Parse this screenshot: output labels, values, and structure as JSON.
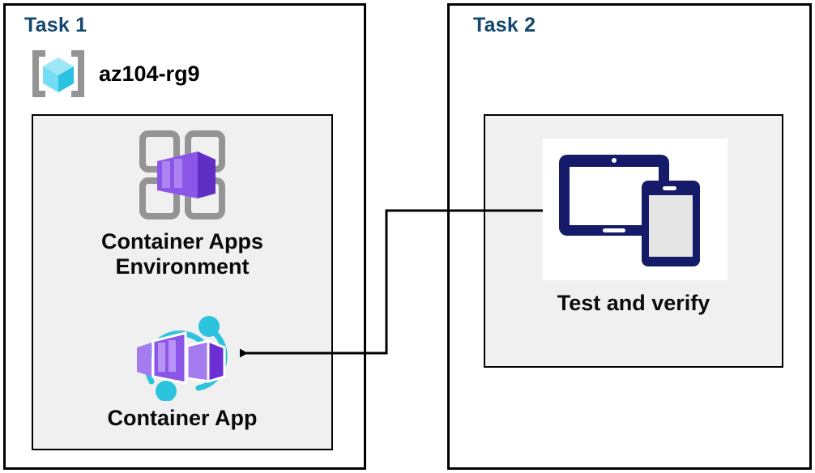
{
  "diagram": {
    "title": "Azure Container Apps deployment and verification tasks",
    "background_color": "#ffffff",
    "panel_border_color": "#000000",
    "inner_box_fill": "#f0f0f0",
    "heading_color": "#14486f",
    "label_color": "#0a0a0a"
  },
  "task1": {
    "heading": "Task 1",
    "resource_group": {
      "label": "az104-rg9",
      "icon": "resource-group-icon",
      "icon_colors": {
        "bracket": "#949494",
        "cube_light": "#9ee7f7",
        "cube_mid": "#50d6f2",
        "cube_dark": "#2bc2e3"
      }
    },
    "resources": [
      {
        "label": "Container Apps\nEnvironment",
        "icon": "container-apps-environment-icon",
        "icon_colors": {
          "frame": "#949494",
          "box_light": "#a57cf0",
          "box_mid": "#8b55e8",
          "box_dark": "#5f2ec4"
        }
      },
      {
        "label": "Container App",
        "icon": "container-app-icon",
        "icon_colors": {
          "arc": "#2cc3de",
          "box_light": "#a57cf0",
          "box_mid": "#8b55e8",
          "box_dark": "#6b2fd4"
        }
      }
    ]
  },
  "task2": {
    "heading": "Task 2",
    "tile": {
      "label": "Test and verify",
      "icon": "devices-test-icon",
      "icon_colors": {
        "device": "#151b68",
        "phone_screen": "#e6e6e6",
        "tablet_screen": "#ffffff"
      }
    }
  },
  "connector": {
    "name": "task2-to-container-app-arrow",
    "direction": "right-to-left",
    "stroke_color": "#000000",
    "arrowhead": "left",
    "source": "Test and verify",
    "target": "Container App"
  }
}
